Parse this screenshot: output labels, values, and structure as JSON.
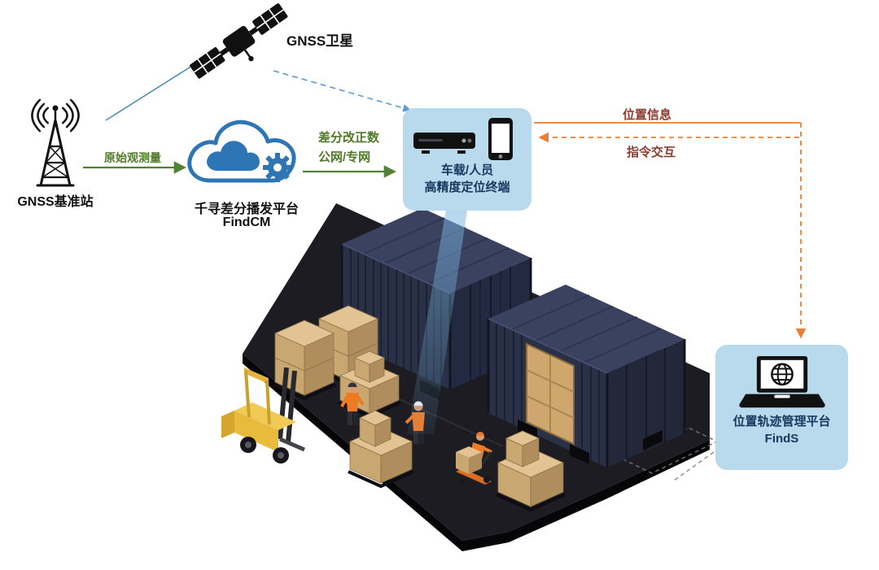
{
  "nodes": {
    "satellite": {
      "label": "GNSS卫星"
    },
    "base_station": {
      "label": "GNSS基准站"
    },
    "cloud_platform": {
      "name": "千寻差分播发平台",
      "product": "FindCM"
    },
    "terminal": {
      "line1": "车载/人员",
      "line2": "高精度定位终端"
    },
    "management_platform": {
      "name": "位置轨迹管理平台",
      "product": "FindS"
    }
  },
  "edges": {
    "raw_observation": {
      "label": "原始观测量"
    },
    "correction": {
      "label": "差分改正数"
    },
    "network": {
      "label": "公网/专网"
    },
    "position_info": {
      "label": "位置信息"
    },
    "command_interaction": {
      "label": "指令交互"
    }
  },
  "colors": {
    "arrow_green": "#538135",
    "arrow_orange": "#ED7D31",
    "label_red": "#8E3B2F",
    "link_blue": "#5B9BD5",
    "panel_blue": "#B9D9EC",
    "panel_text": "#17375E",
    "cloud_blue": "#2E75B6",
    "container_navy": "#2A3147",
    "carton_tan": "#D9B78A",
    "forklift_yellow": "#E8BB3C"
  }
}
